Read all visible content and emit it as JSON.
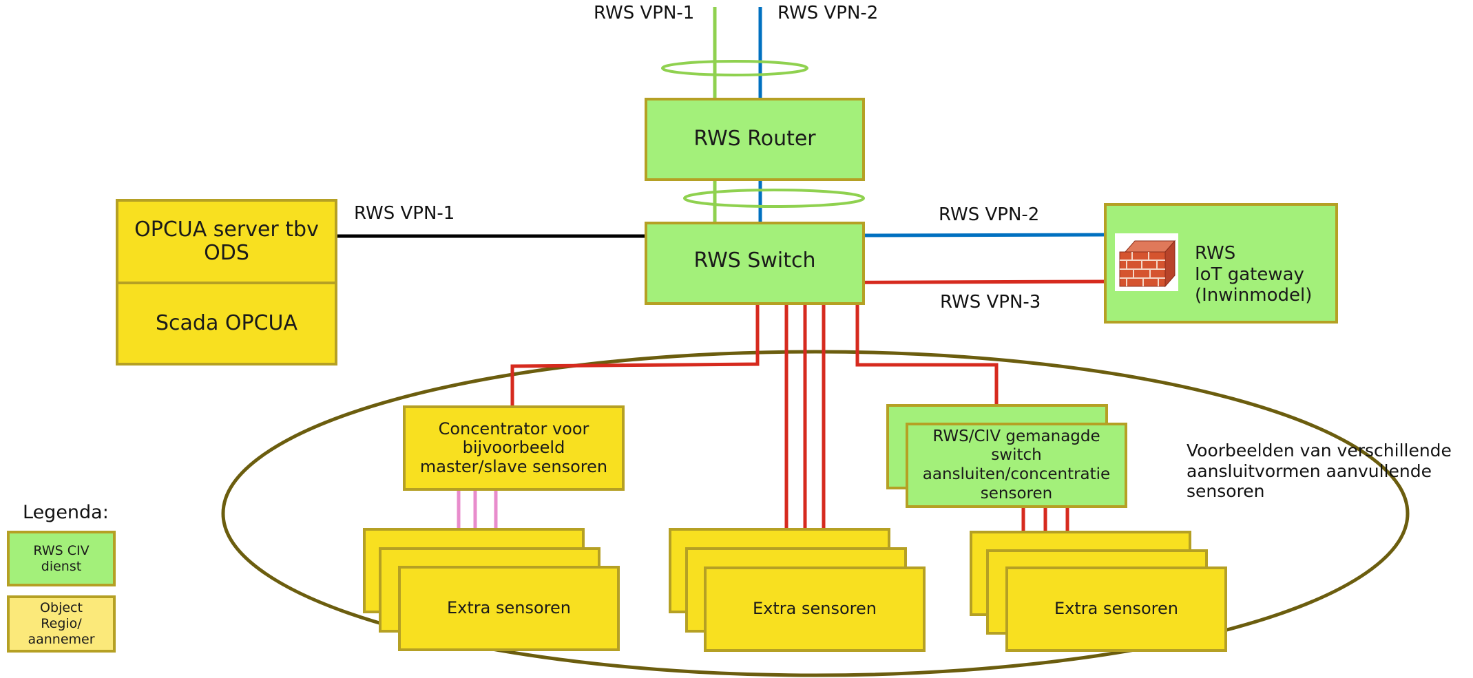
{
  "top_labels": {
    "vpn1": "RWS VPN-1",
    "vpn2": "RWS VPN-2"
  },
  "router": {
    "label": "RWS Router"
  },
  "switch": {
    "label": "RWS Switch"
  },
  "opcua": {
    "server": "OPCUA server tbv\nODS",
    "scada": "Scada OPCUA"
  },
  "link_labels": {
    "left_vpn1": "RWS VPN-1",
    "right_vpn2": "RWS VPN-2",
    "right_vpn3": "RWS VPN-3"
  },
  "gateway": {
    "label": "RWS\nIoT gateway\n(Inwinmodel)",
    "icon": "firewall-icon"
  },
  "concentrator": {
    "label": "Concentrator voor\nbijvoorbeeld\nmaster/slave sensoren"
  },
  "civ_switch": {
    "label": "RWS/CIV gemanagde\nswitch\naansluiten/concentratie\nsensoren"
  },
  "sensors": {
    "left": "Extra sensoren",
    "middle": "Extra sensoren",
    "right": "Extra sensoren"
  },
  "ellipse_note": "Voorbeelden van verschillende\naansluitvormen aanvullende\nsensoren",
  "legend": {
    "title": "Legenda:",
    "civ": "RWS CIV\ndienst",
    "object": "Object\nRegio/\naannemer"
  },
  "colors": {
    "vpn1_green": "#8fd14f",
    "vpn2_blue": "#0070c0",
    "vpn3_red": "#d62a1e",
    "pink": "#e88ccc",
    "ellipse": "#6b5d0e",
    "box_green": "#a3f07a",
    "box_yellow": "#f8e020",
    "border": "#b5a024"
  }
}
